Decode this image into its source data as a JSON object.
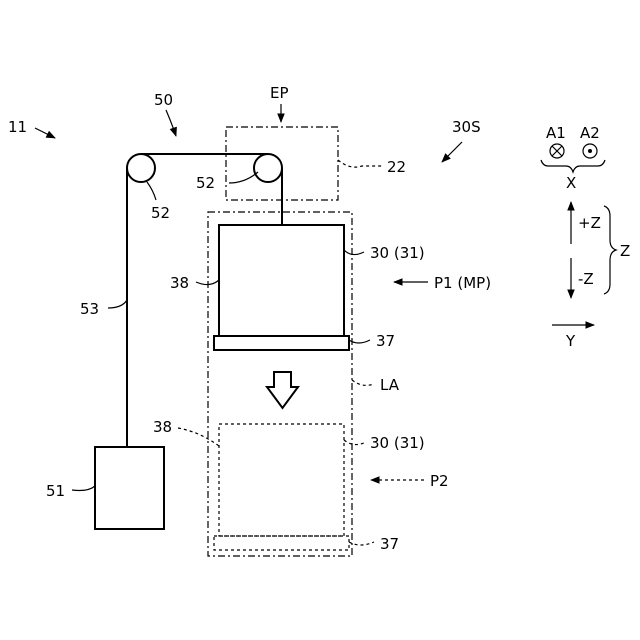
{
  "labels": {
    "device": "11",
    "hoist": "50",
    "pulley_left": "52",
    "pulley_right": "52",
    "ep": "EP",
    "frame": "22",
    "sensor": "30S",
    "a1": "A1",
    "a2": "A2",
    "x": "X",
    "plus_z": "+Z",
    "minus_z": "-Z",
    "z": "Z",
    "y": "Y",
    "wire": "53",
    "weight": "51",
    "block_top": "30 (31)",
    "block_bottom": "30 (31)",
    "side_top": "38",
    "side_bottom": "38",
    "plate_top": "37",
    "plate_bottom": "37",
    "p1": "P1 (MP)",
    "p2": "P2",
    "la": "LA"
  }
}
